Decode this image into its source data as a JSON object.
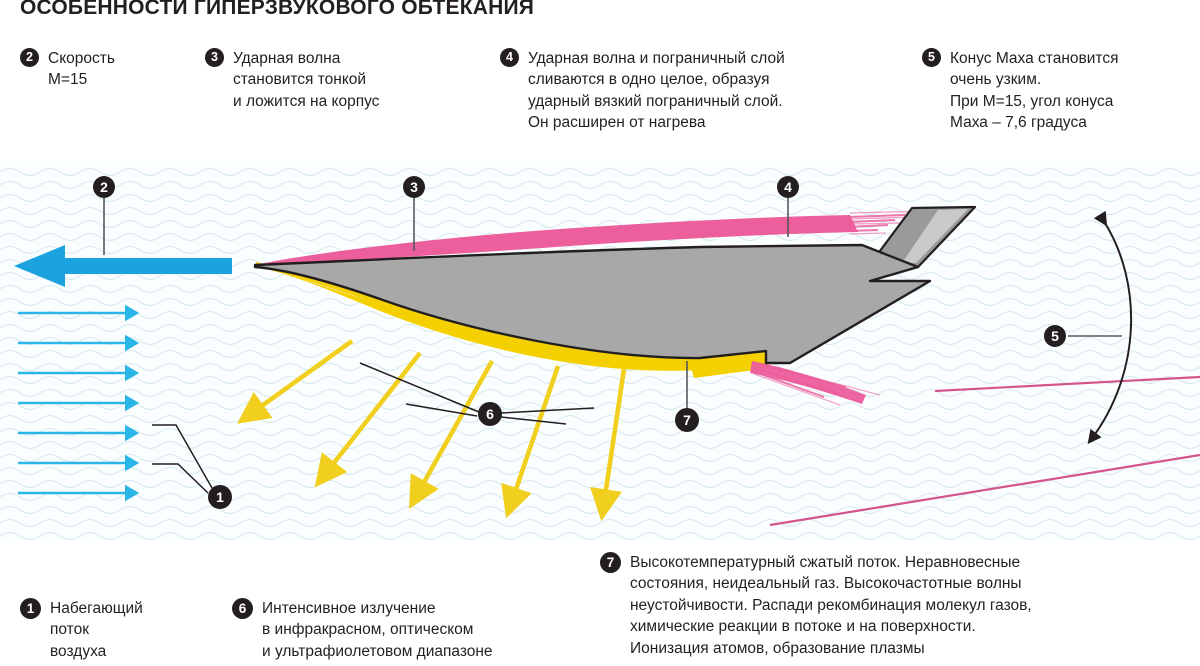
{
  "title": "ОСОБЕННОСТИ ГИПЕРЗВУКОВОГО ОБТЕКАНИЯ",
  "notes": {
    "n1": {
      "num": "1",
      "text": "Набегающий\nпоток\nвоздуха"
    },
    "n2": {
      "num": "2",
      "text": "Скорость\nM=15"
    },
    "n3": {
      "num": "3",
      "text": "Ударная волна\nстановится тонкой\nи ложится на корпус"
    },
    "n4": {
      "num": "4",
      "text": "Ударная волна и пограничный слой\nсливаются в одно целое, образуя\nударный вязкий пограничный слой.\nОн расширен от нагрева"
    },
    "n5": {
      "num": "5",
      "text": "Конус Маха становится\nочень узким.\nПри М=15, угол конуса\nМаха –  7,6 градуса"
    },
    "n6": {
      "num": "6",
      "text": "Интенсивное излучение\nв инфракрасном, оптическом\nи ультрафиолетовом диапазоне"
    },
    "n7": {
      "num": "7",
      "text": "Высокотемпературный сжатый поток. Неравновесные\nсостояния, неидеальный газ. Высокочастотные волны\nнеустойчивости. Распади рекомбинация молекул газов,\nхимические реакции в потоке и на поверхности.\nИонизация атомов, образование плазмы"
    }
  },
  "diagram_markers": {
    "m1": "1",
    "m2": "2",
    "m3": "3",
    "m4": "4",
    "m5": "5",
    "m6": "6",
    "m7": "7"
  },
  "colors": {
    "background": "#fbfeff",
    "wave_line": "#cfe6ec",
    "shock_pink": "#ec5e9c",
    "mach_line": "#d4558c",
    "body_gray": "#a8a8a8",
    "fin_gray": "#9a9a9a",
    "fin_stripe": "#c9c9c9",
    "hot_yellow": "#f5d000",
    "radiation_yellow": "#f0cf1f",
    "flow_blue": "#1ba3e0",
    "flow_blue_thin": "#2bb6e8",
    "ink": "#231f20",
    "text": "#231f20"
  }
}
